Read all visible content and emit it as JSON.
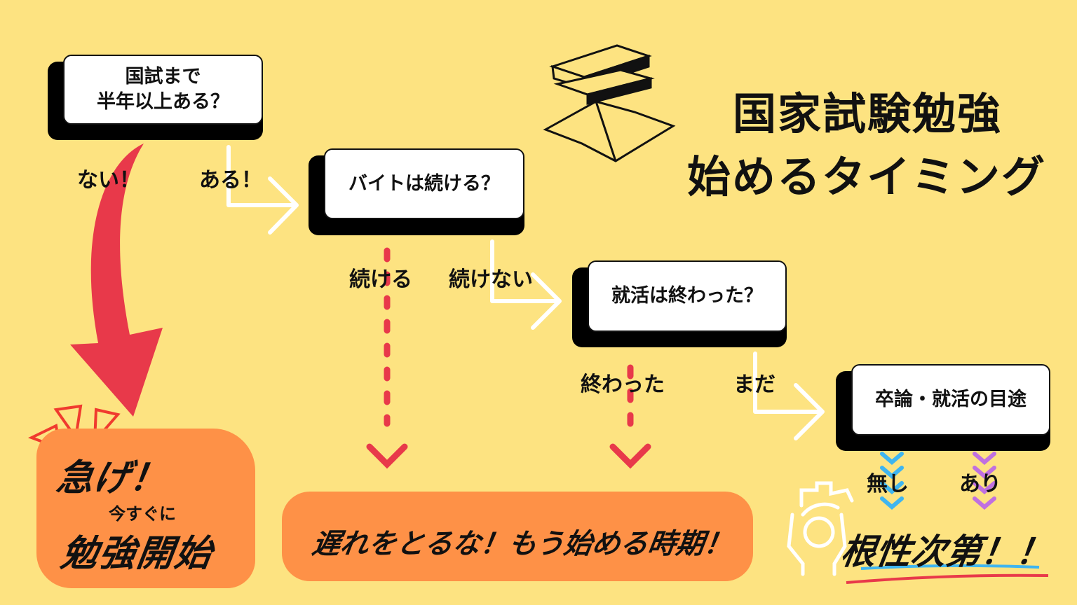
{
  "title": {
    "line1": "国家試験勉強",
    "line2": "始めるタイミング"
  },
  "questions": [
    {
      "label_line1": "国試まで",
      "label_line2": "半年以上ある？"
    },
    {
      "label": "バイトは続ける？"
    },
    {
      "label": "就活は終わった？"
    },
    {
      "label": "卒論・就活の目途"
    }
  ],
  "answers": {
    "q1_no": "ない！",
    "q1_yes": "ある！",
    "q2_yes": "続ける",
    "q2_no": "続けない",
    "q3_yes": "終わった",
    "q3_no": "まだ",
    "q4_none": "無し",
    "q4_some": "あり"
  },
  "results": {
    "hurry": {
      "headline": "急げ！",
      "sub": "今すぐに",
      "main": "勉強開始"
    },
    "late": "遅れをとるな！もう始める時期！",
    "guts": "根性次第！！"
  },
  "colors": {
    "background": "#fde381",
    "orange": "#fe9147",
    "red": "#e8394a",
    "blue": "#3fb5f0",
    "purple": "#c070e0"
  },
  "icons": [
    "books-icon",
    "gear-hands-icon",
    "red-curved-arrow-icon"
  ]
}
